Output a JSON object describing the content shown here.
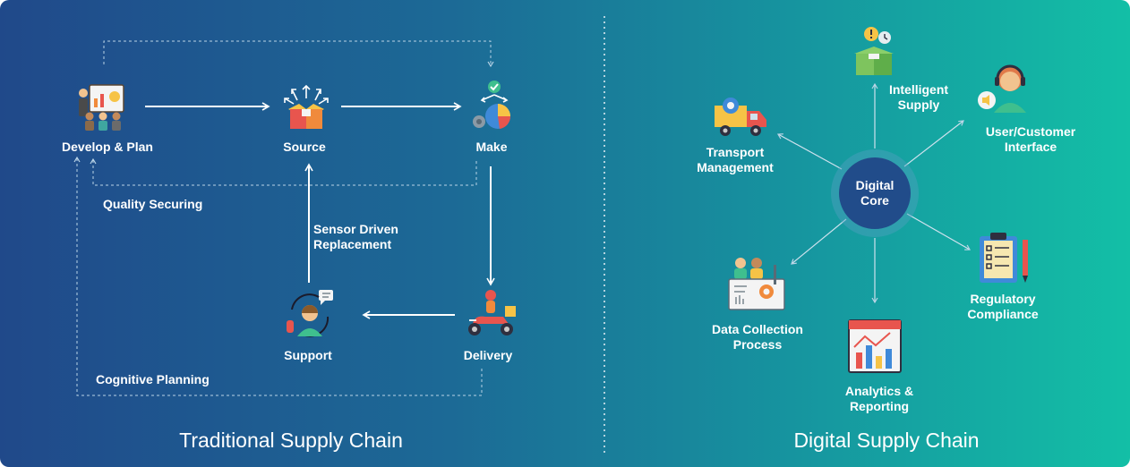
{
  "traditional": {
    "heading": "Traditional Supply Chain",
    "nodes": {
      "develop": "Develop & Plan",
      "source": "Source",
      "make": "Make",
      "support": "Support",
      "delivery": "Delivery"
    },
    "edge_labels": {
      "quality": "Quality Securing",
      "sensor": "Sensor Driven\nReplacement",
      "cognitive": "Cognitive Planning"
    }
  },
  "digital": {
    "heading": "Digital Supply Chain",
    "core": "Digital\nCore",
    "nodes": {
      "intelligent": "Intelligent\nSupply",
      "user": "User/Customer\nInterface",
      "transport": "Transport\nManagement",
      "regulatory": "Regulatory\nCompliance",
      "data": "Data Collection\nProcess",
      "analytics": "Analytics &\nReporting"
    }
  },
  "colors": {
    "gradient_start": "#20498a",
    "gradient_end": "#13bfa6",
    "core_fill": "#214c8a",
    "text": "#ffffff"
  }
}
